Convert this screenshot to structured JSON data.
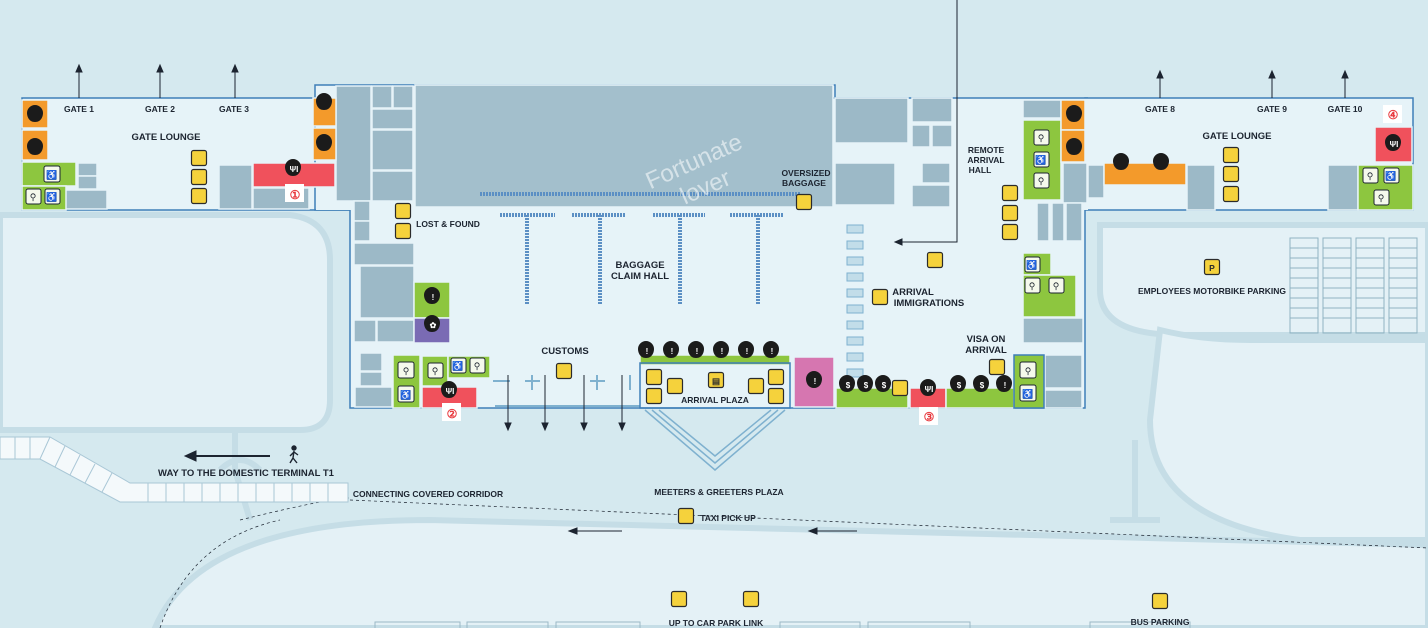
{
  "map": {
    "watermark_line1": "Fortunate",
    "watermark_line2": "lover",
    "gates_left": [
      "GATE 1",
      "GATE 2",
      "GATE 3"
    ],
    "gates_right": [
      "GATE 8",
      "GATE 9",
      "GATE 10"
    ],
    "labels": {
      "gate_lounge_left": "GATE LOUNGE",
      "gate_lounge_right": "GATE LOUNGE",
      "lost_found": "LOST & FOUND",
      "baggage_claim_1": "BAGGAGE",
      "baggage_claim_2": "CLAIM HALL",
      "oversized_1": "OVERSIZED",
      "oversized_2": "BAGGAGE",
      "remote_1": "REMOTE",
      "remote_2": "ARRIVAL",
      "remote_3": "HALL",
      "arrival_imm_1": "ARRIVAL",
      "arrival_imm_2": "IMMIGRATIONS",
      "customs": "CUSTOMS",
      "visa_1": "VISA ON",
      "visa_2": "ARRIVAL",
      "arrival_plaza": "ARRIVAL PLAZA",
      "domestic": "WAY TO THE DOMESTIC TERMINAL T1",
      "corridor": "CONNECTING COVERED CORRIDOR",
      "meeters": "MEETERS & GREETERS PLAZA",
      "taxi": "TAXI PICK UP",
      "motorbike": "EMPLOYEES MOTORBIKE PARKING",
      "car_park": "UP TO CAR PARK LINK",
      "bus_parking": "BUS PARKING"
    },
    "restaurant_numbers": [
      "①",
      "②",
      "③",
      "④"
    ],
    "colors": {
      "background": "#d5e9ef",
      "terminal": "#e6f3f8",
      "outline": "#3f7fb8",
      "block": "#9cb9c7",
      "claim_hall": "#a3bfcc",
      "green": "#8dc63f",
      "orange": "#f39a2b",
      "red": "#f0515c",
      "purple": "#7a6bb4",
      "pink": "#d676b0",
      "yellow_icon": "#f5d23c",
      "marker": "#1b1b1b",
      "number_red": "#e8383d"
    }
  }
}
